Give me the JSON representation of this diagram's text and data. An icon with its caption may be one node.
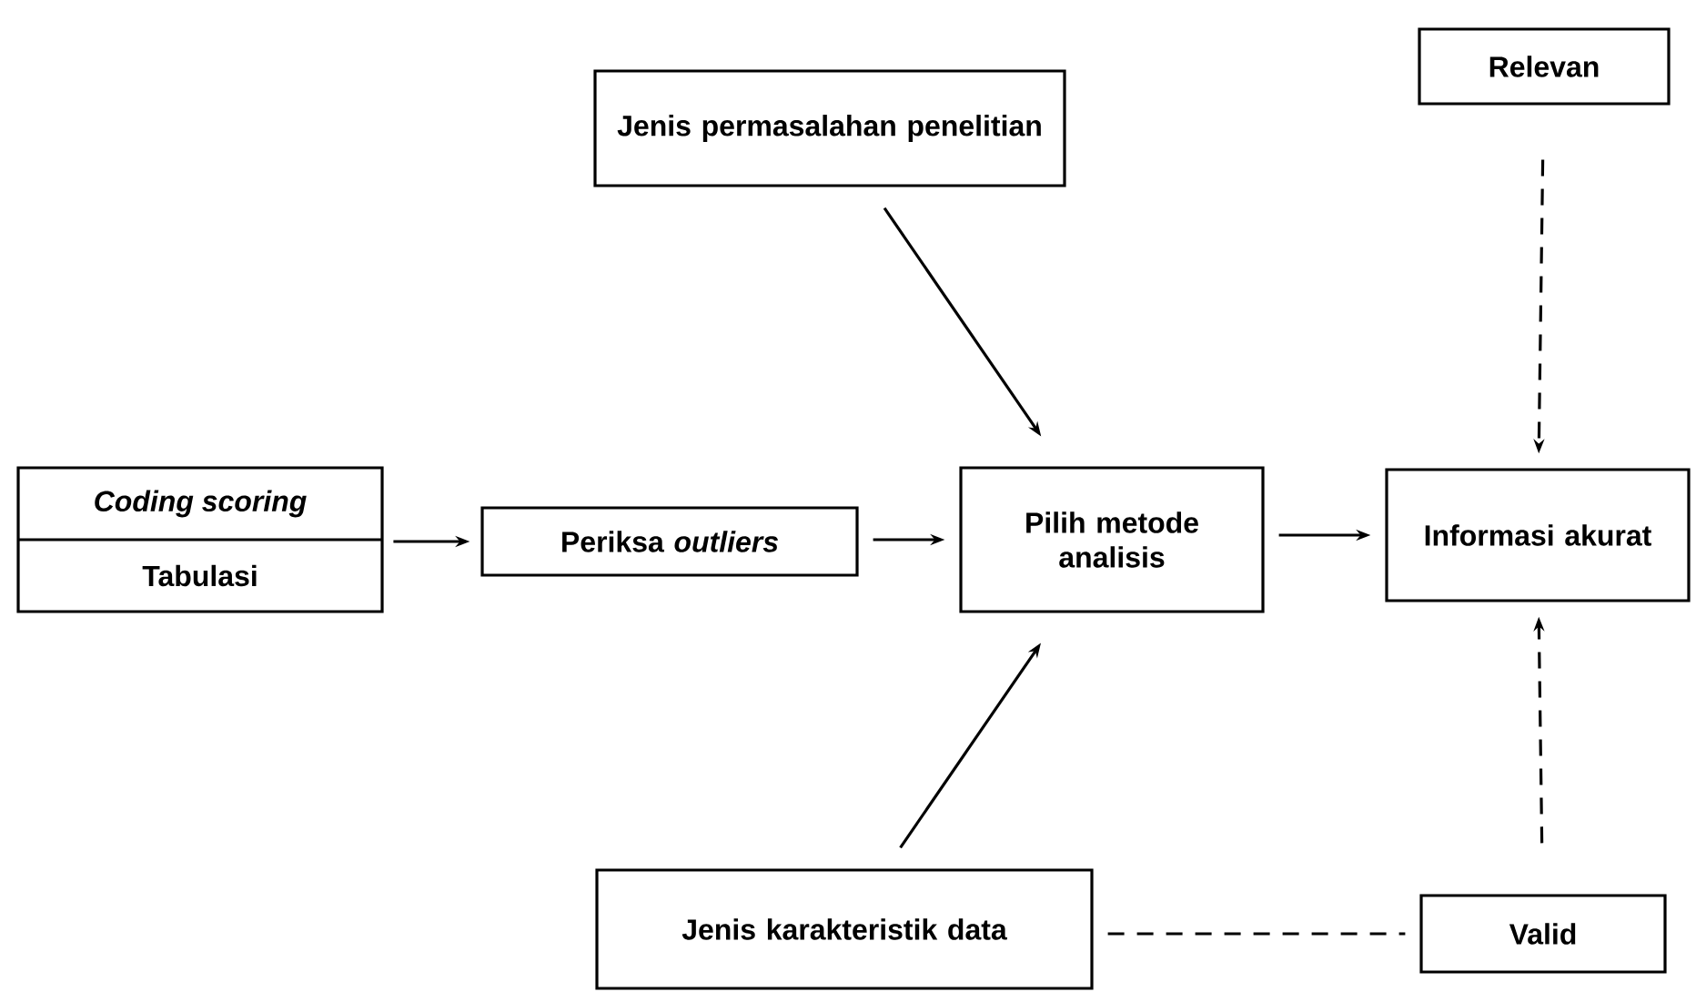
{
  "diagram": {
    "nodes": [
      {
        "text": [
          "Coding scoring",
          "Tabulasi"
        ]
      },
      {
        "text": [
          "Periksa *outliers*"
        ]
      },
      {
        "text": [
          "Jenis permasalahan penelitian"
        ]
      },
      {
        "text": [
          "Pilih metode analisis"
        ]
      },
      {
        "text": [
          "Relevan"
        ]
      },
      {
        "text": [
          "Informasi akurat"
        ]
      },
      {
        "text": [
          "Jenis karakteristik data"
        ]
      },
      {
        "text": [
          "Valid"
        ]
      }
    ],
    "edges": [
      {
        "from": 0,
        "to": 1,
        "arrow": "to"
      },
      {
        "from": 1,
        "to": 3,
        "arrow": "to"
      },
      {
        "from": 2,
        "to": 3,
        "arrow": "to"
      },
      {
        "from": 6,
        "to": 3,
        "arrow": "to"
      },
      {
        "from": 3,
        "to": 5,
        "arrow": "to"
      },
      {
        "from": 4,
        "to": 5,
        "arrow": "to",
        "style": "dashed"
      },
      {
        "from": 7,
        "to": 5,
        "arrow": "to",
        "style": "dashed"
      },
      {
        "from": 6,
        "to": 7,
        "arrow": "none",
        "style": "dashed"
      }
    ]
  }
}
